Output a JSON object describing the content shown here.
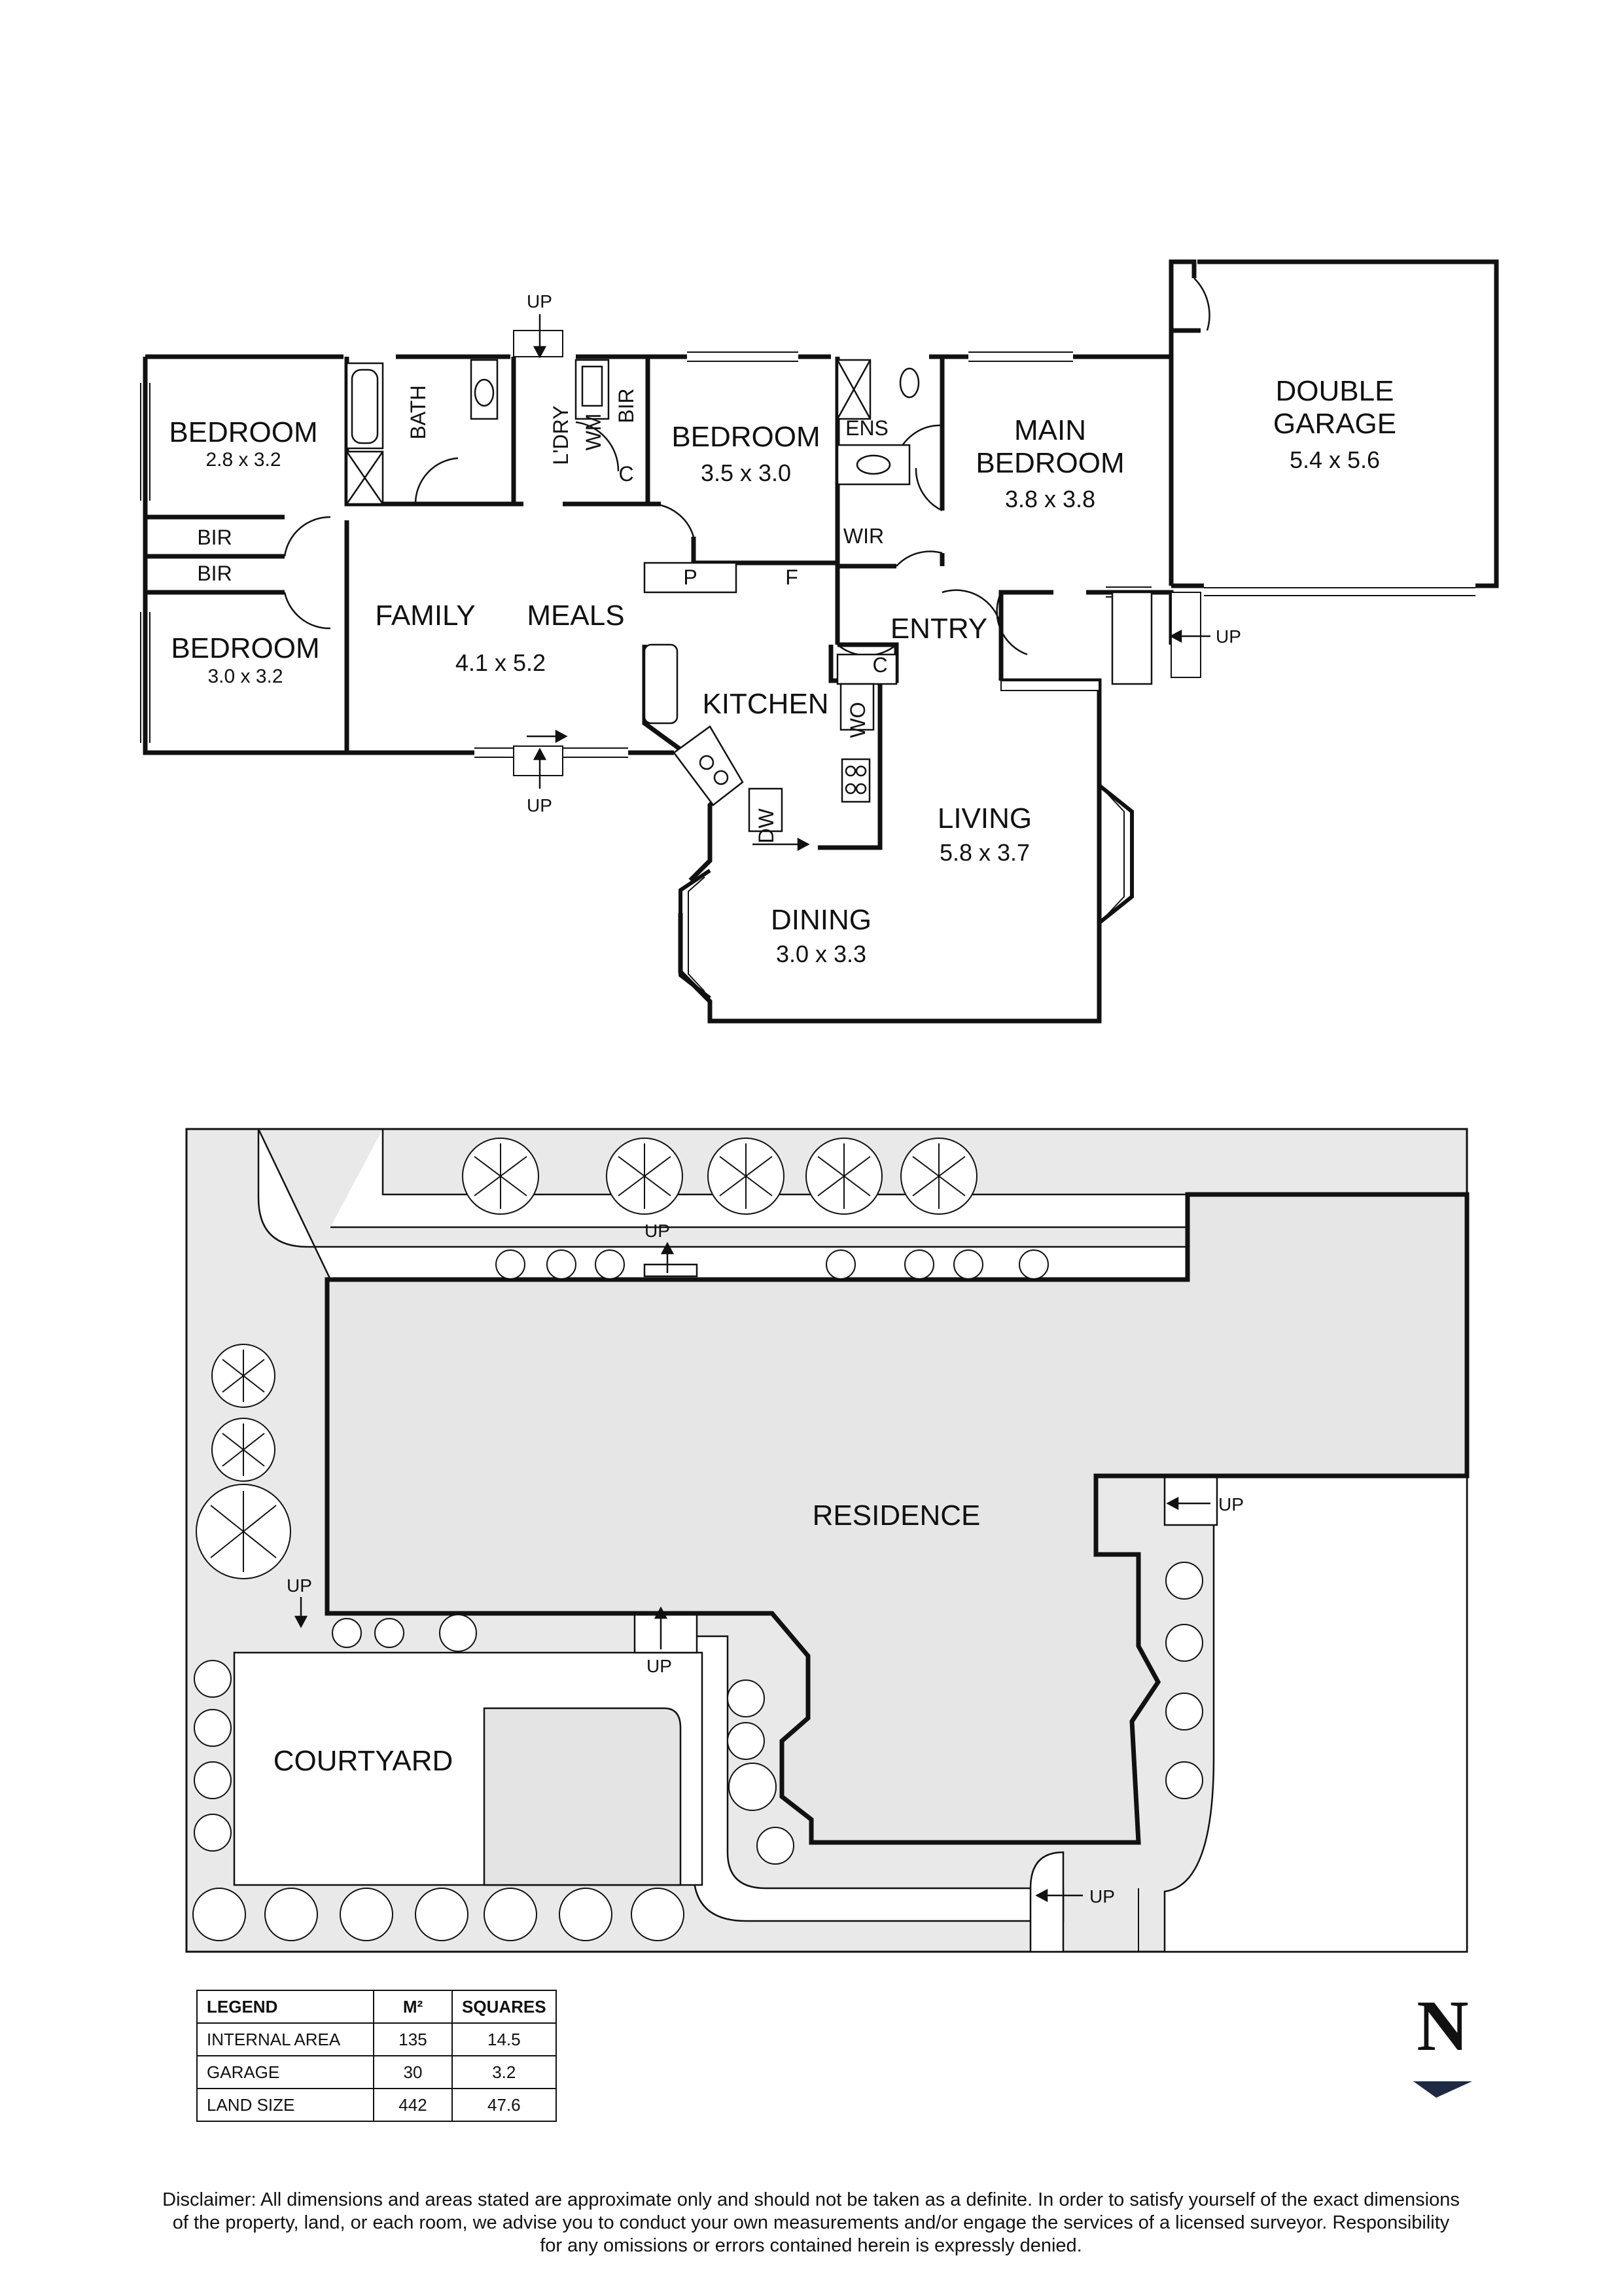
{
  "floor_plan": {
    "rooms": [
      {
        "name": "BEDROOM",
        "dims": "2.8 x 3.2"
      },
      {
        "name": "BEDROOM",
        "dims": "3.0 x 3.2"
      },
      {
        "name": "FAMILY"
      },
      {
        "name": "MEALS"
      },
      {
        "dims": "4.1 x 5.2"
      },
      {
        "name": "BEDROOM",
        "dims": "3.5 x 3.0"
      },
      {
        "name": "MAIN",
        "name2": "BEDROOM",
        "dims": "3.8 x 3.8"
      },
      {
        "name": "DOUBLE",
        "name2": "GARAGE",
        "dims": "5.4 x 5.6"
      },
      {
        "name": "KITCHEN"
      },
      {
        "name": "ENTRY"
      },
      {
        "name": "LIVING",
        "dims": "5.8 x 3.7"
      },
      {
        "name": "DINING",
        "dims": "3.0 x 3.3"
      }
    ],
    "tags": [
      "BIR",
      "BIR",
      "BATH",
      "L'DRY",
      "WM",
      "BIR",
      "C",
      "ENS",
      "WIR",
      "P",
      "F",
      "C",
      "WO",
      "DW"
    ],
    "up": "UP"
  },
  "site_plan": {
    "residence": "RESIDENCE",
    "courtyard": "COURTYARD",
    "up": "UP"
  },
  "legend": {
    "headers": [
      "LEGEND",
      "M²",
      "SQUARES"
    ],
    "rows": [
      [
        "INTERNAL AREA",
        "135",
        "14.5"
      ],
      [
        "GARAGE",
        "30",
        "3.2"
      ],
      [
        "LAND SIZE",
        "442",
        "47.6"
      ]
    ]
  },
  "north": "N",
  "disclaimer": [
    "Disclaimer: All dimensions and areas stated are approximate only and should not be taken as a definite. In order to satisfy yourself of the exact dimensions",
    "of the property, land, or each room, we advise you to conduct your own measurements and/or engage the services of a licensed surveyor. Responsibility",
    "for any omissions or errors contained herein is expressly denied."
  ]
}
